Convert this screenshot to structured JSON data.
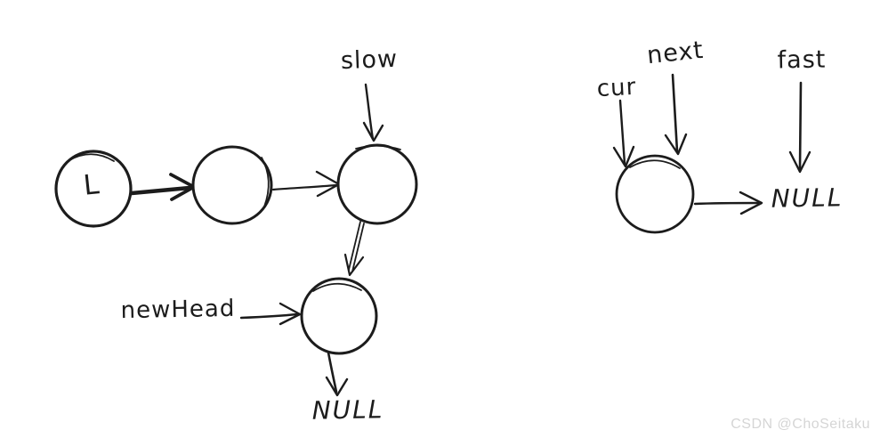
{
  "colors": {
    "ink": "#1c1c1c",
    "background": "#ffffff",
    "watermark": "#d5d5d5"
  },
  "left_diagram": {
    "description": "three-node linked list with slow pointer, reversed node with newHead pointer ending in NULL",
    "pointer_slow": "slow",
    "node1_text": "L",
    "pointer_newhead": "newHead",
    "null_text": "NULL"
  },
  "right_diagram": {
    "description": "single node with cur and next pointers, fast pointer at NULL, node points to NULL",
    "pointer_cur": "cur",
    "pointer_next": "next",
    "pointer_fast": "fast",
    "null_text": "NULL"
  },
  "watermark_text": "CSDN @ChoSeitaku"
}
